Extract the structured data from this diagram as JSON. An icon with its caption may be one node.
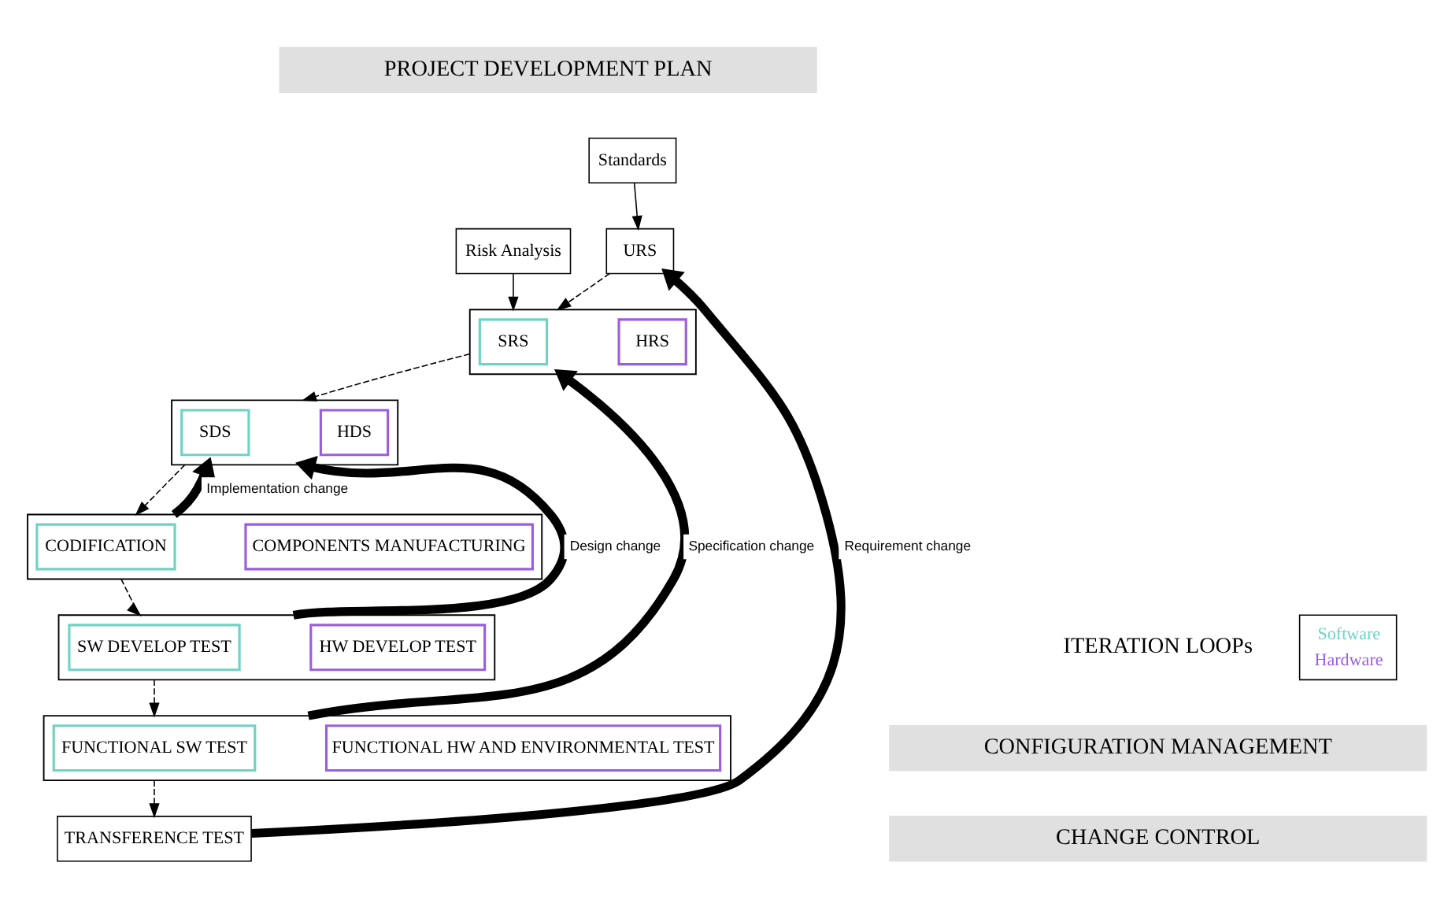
{
  "diagram": {
    "nodes": [
      {
        "text": [
          "PROJECT DEVELOPMENT PLAN"
        ]
      },
      {
        "text": [
          "Standards"
        ]
      },
      {
        "text": [
          "URS"
        ]
      },
      {
        "text": [
          "Risk Analysis"
        ]
      },
      {
        "text": [],
        "shape": "box"
      },
      {
        "text": [
          "SRS"
        ],
        "in": 4
      },
      {
        "text": [
          "HRS"
        ],
        "in": 4
      },
      {
        "text": [],
        "shape": "box"
      },
      {
        "text": [
          "SDS"
        ],
        "in": 7
      },
      {
        "text": [
          "HDS"
        ],
        "in": 7
      },
      {
        "text": [],
        "shape": "box"
      },
      {
        "text": [
          "CODIFICATION"
        ],
        "in": 10
      },
      {
        "text": [
          "COMPONENTS MANUFACTURING"
        ],
        "in": 10
      },
      {
        "text": [],
        "shape": "box"
      },
      {
        "text": [
          "SW DEVELOP TEST"
        ],
        "in": 13
      },
      {
        "text": [
          "HW DEVELOP TEST"
        ],
        "in": 13
      },
      {
        "text": [],
        "shape": "box"
      },
      {
        "text": [
          "FUNCTIONAL SW TEST"
        ],
        "in": 16
      },
      {
        "text": [
          "FUNCTIONAL HW AND ENVIRONMENTAL TEST"
        ],
        "in": 16
      },
      {
        "text": [
          "TRANSFERENCE TEST"
        ]
      },
      {
        "text": [
          "CONFIGURATION MANAGEMENT"
        ]
      },
      {
        "text": [
          "CHANGE CONTROL"
        ]
      }
    ],
    "edges": [
      {
        "from": 1,
        "to": 2,
        "arrow": "to"
      },
      {
        "from": 3,
        "to": 4,
        "arrow": "to"
      },
      {
        "from": 2,
        "to": 4,
        "arrow": "to",
        "style": "dashed"
      },
      {
        "from": 4,
        "to": 7,
        "arrow": "to",
        "style": "dashed"
      },
      {
        "from": 7,
        "to": 10,
        "arrow": "to",
        "style": "dashed"
      },
      {
        "from": 10,
        "to": 13,
        "arrow": "to",
        "style": "dashed"
      },
      {
        "from": 13,
        "to": 16,
        "arrow": "to",
        "style": "dashed"
      },
      {
        "from": 16,
        "to": 19,
        "arrow": "to",
        "style": "dashed"
      },
      {
        "from": 19,
        "to": 2,
        "arrow": "to",
        "label": "Requirement change",
        "style": "thick"
      },
      {
        "from": 16,
        "to": 4,
        "arrow": "to",
        "label": "Specification change",
        "style": "thick"
      },
      {
        "from": 13,
        "to": 7,
        "arrow": "to",
        "label": "Design change",
        "style": "thick"
      },
      {
        "from": 10,
        "to": 7,
        "arrow": "to",
        "label": "Implementation change",
        "style": "thick"
      }
    ],
    "labels": [
      "ITERATION LOOPs"
    ],
    "legend": [
      {
        "text": "Software",
        "color": "#6fd3c4"
      },
      {
        "text": "Hardware",
        "color": "#9c5de0"
      }
    ]
  }
}
